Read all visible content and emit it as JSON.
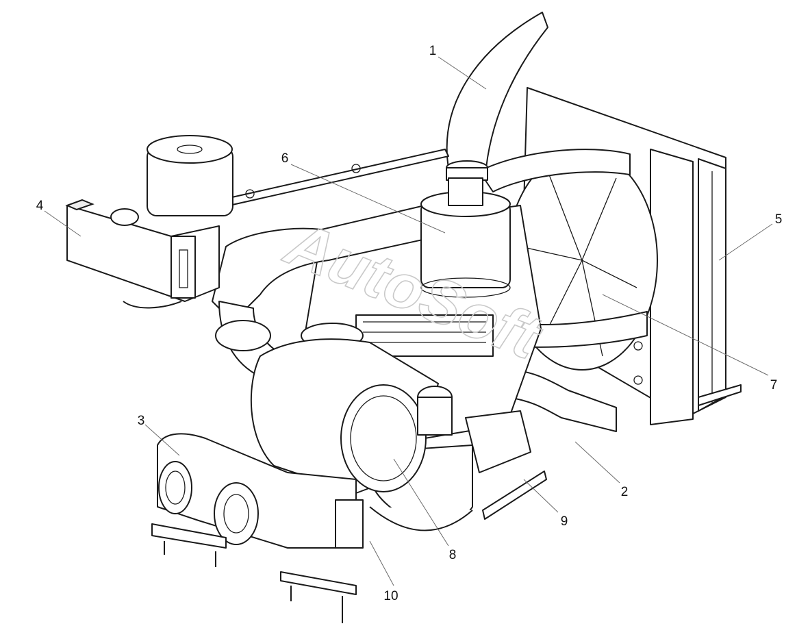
{
  "diagram": {
    "callouts": [
      "1",
      "2",
      "3",
      "4",
      "5",
      "6",
      "7",
      "8",
      "9",
      "10"
    ],
    "watermark": "AutoSoft",
    "colors": {
      "line": "#1a1a1a",
      "leader": "#6b6b6b",
      "watermark": "#c9c9c9",
      "background": "#ffffff"
    }
  }
}
